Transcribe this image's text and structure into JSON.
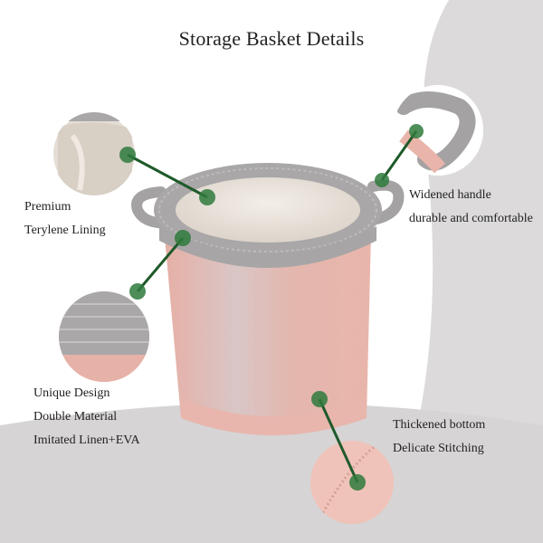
{
  "title": "Storage Basket Details",
  "callouts": {
    "lining": {
      "line1": "Premium",
      "line2": "Terylene Lining"
    },
    "handle": {
      "line1": "Widened handle",
      "line2": "durable and comfortable"
    },
    "design": {
      "line1": "Unique Design",
      "line2": "Double Material",
      "line3": "Imitated Linen+EVA"
    },
    "bottom": {
      "line1": "Thickened bottom",
      "line2": "Delicate Stitching"
    }
  },
  "colors": {
    "background": "#ffffff",
    "backdrop_gray": "#d9d7d8",
    "rope_gray": "#a6a4a5",
    "basket_pink": "#e7b8ad",
    "lining": "#e9e1d8",
    "marker_green": "#2f7a3c",
    "leader_line": "#1f5a2a"
  }
}
